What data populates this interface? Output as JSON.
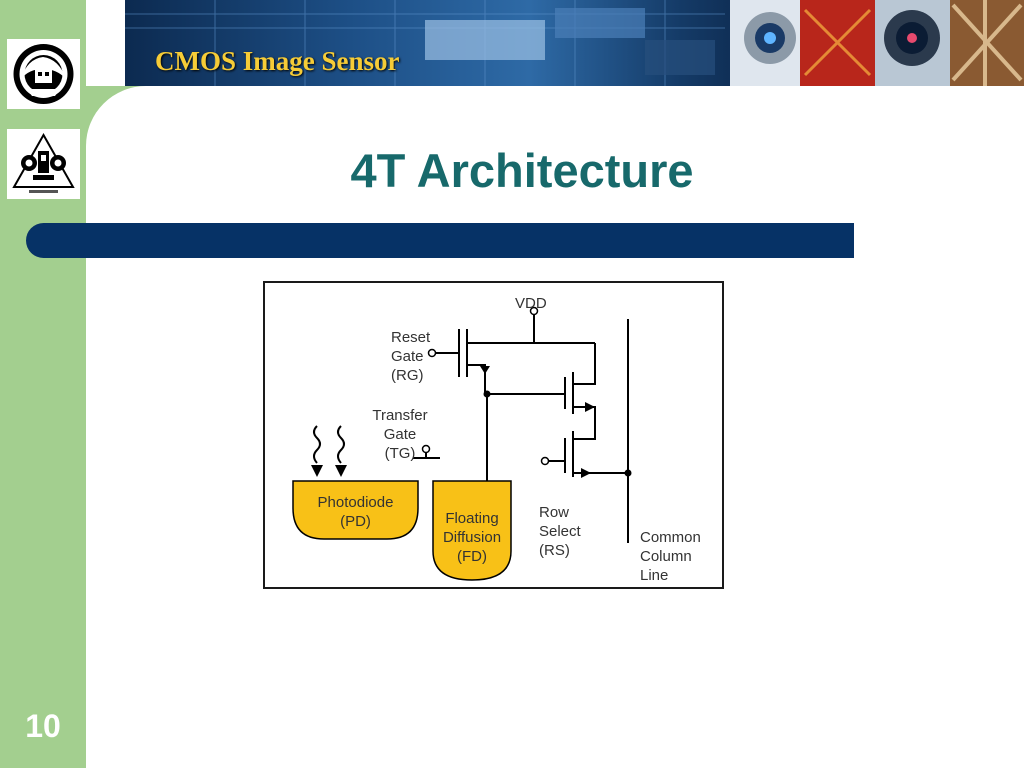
{
  "header": {
    "banner_title": "CMOS Image Sensor"
  },
  "slide": {
    "title": "4T Architecture",
    "page_number": "10"
  },
  "diagram": {
    "vdd": "VDD",
    "reset_gate": [
      "Reset",
      "Gate",
      "(RG)"
    ],
    "transfer_gate": [
      "Transfer",
      "Gate",
      "(TG)"
    ],
    "photodiode": [
      "Photodiode",
      "(PD)"
    ],
    "floating_diffusion": [
      "Floating",
      "Diffusion",
      "(FD)"
    ],
    "row_select": [
      "Row",
      "Select",
      "(RS)"
    ],
    "common_column_line": [
      "Common",
      "Column",
      "Line"
    ]
  },
  "colors": {
    "sidebar": "#a3cf8f",
    "title": "#17696b",
    "title_bar": "#063266",
    "banner_text": "#f6cc37",
    "diode_fill": "#f8c117"
  },
  "icons": [
    "university-seal-icon",
    "faculty-of-engineering-icon",
    "camera-lens-icon"
  ]
}
